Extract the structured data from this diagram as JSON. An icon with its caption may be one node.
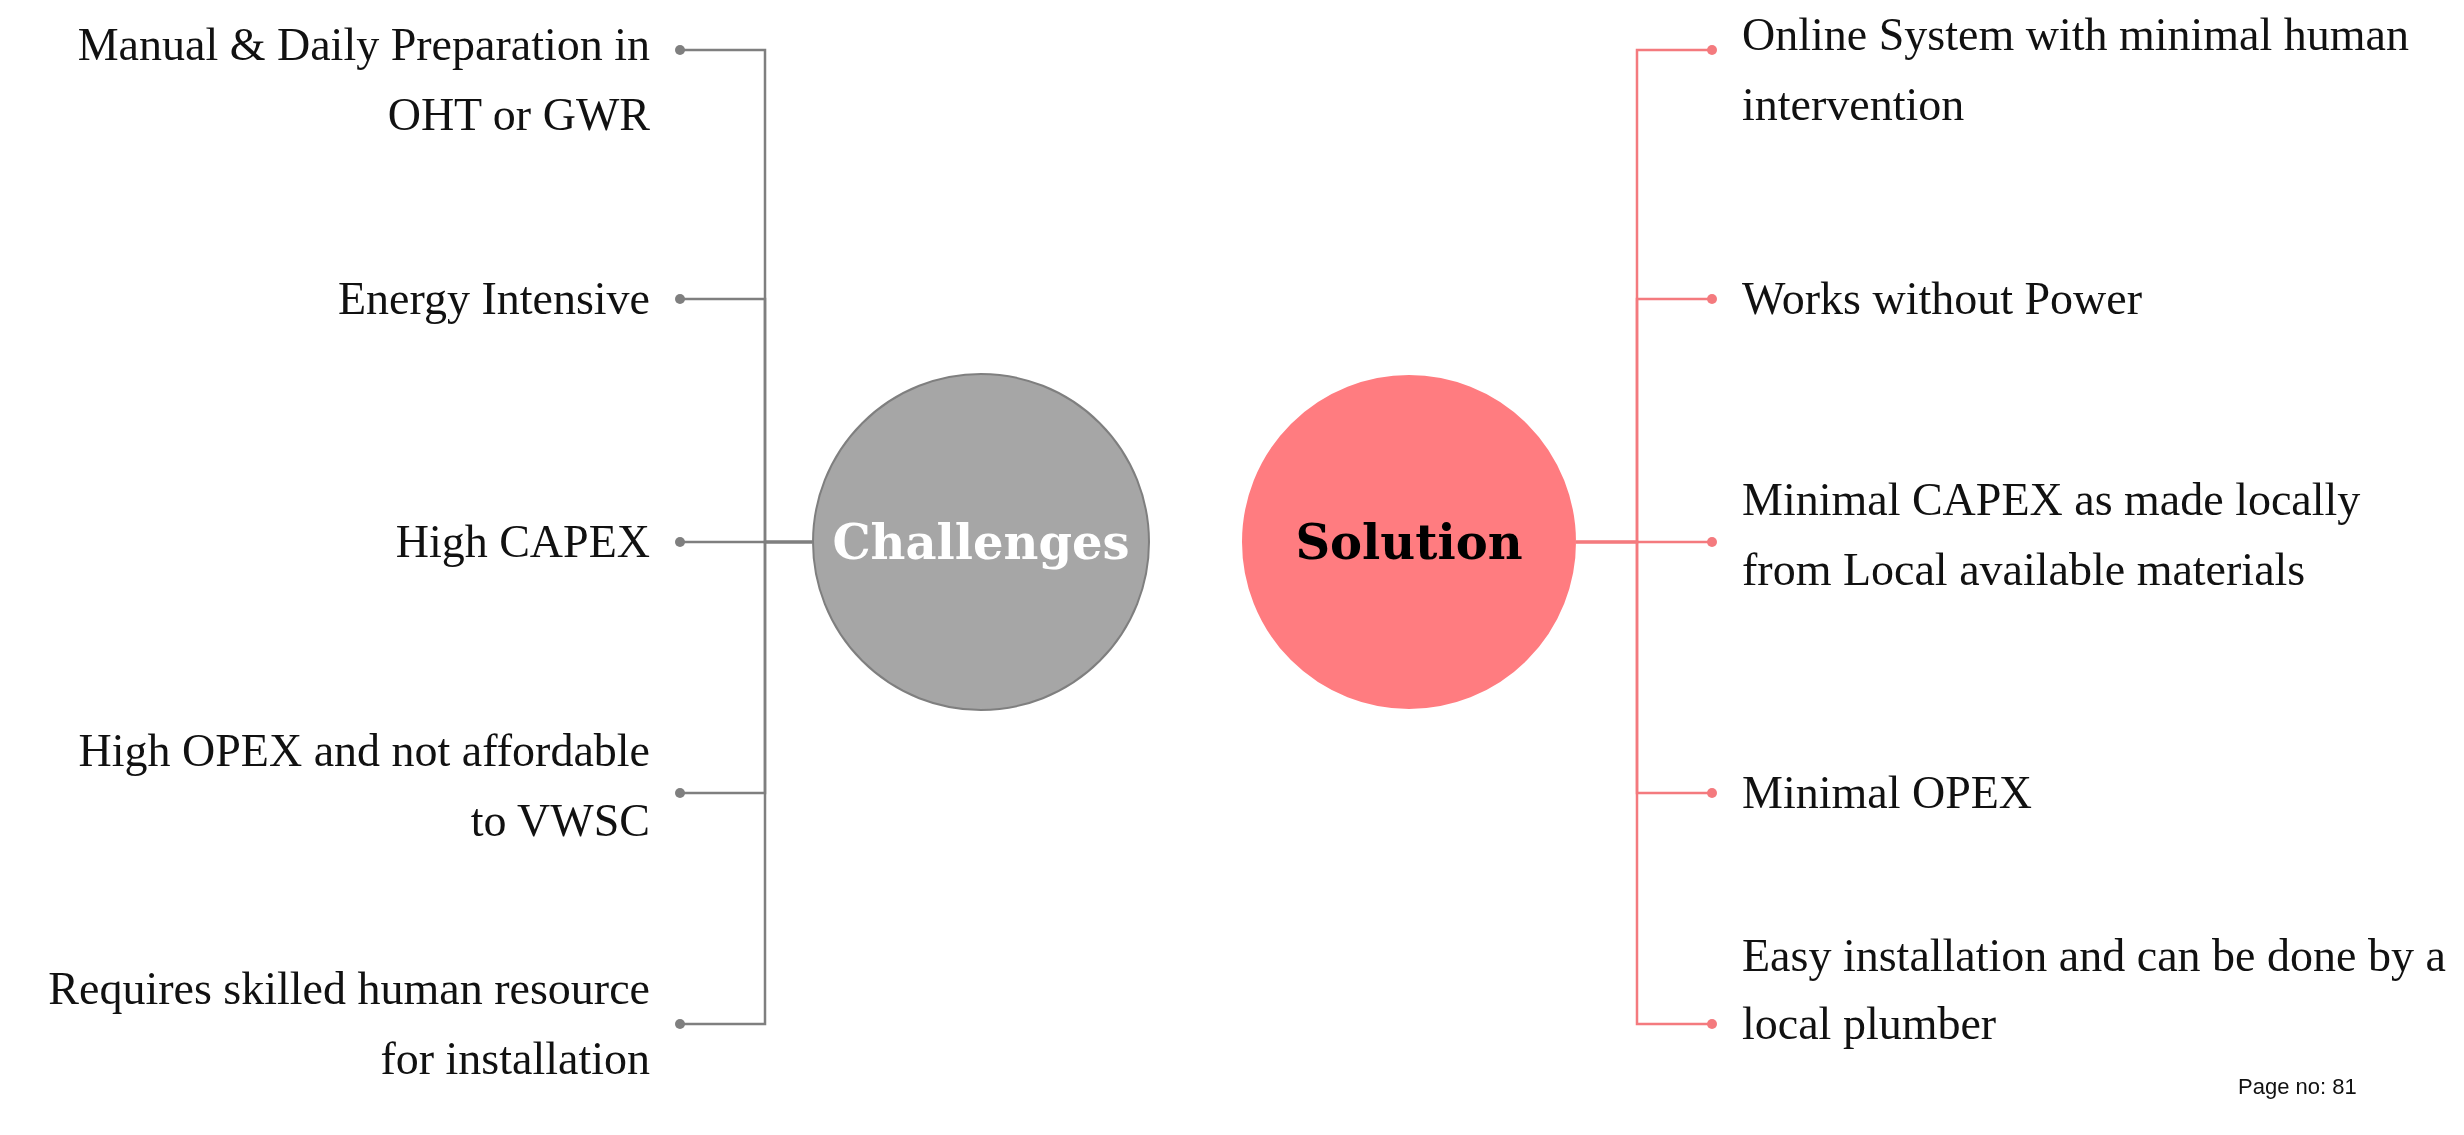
{
  "diagram": {
    "nodes": [
      {
        "text": [
          "Challenges"
        ]
      },
      {
        "text": [
          "Solution"
        ]
      },
      {
        "text": [
          "Manual & Daily Preparation in OHT or GWR"
        ]
      },
      {
        "text": [
          "Energy Intensive"
        ]
      },
      {
        "text": [
          "High CAPEX"
        ]
      },
      {
        "text": [
          "High OPEX  and not affordable to VWSC"
        ]
      },
      {
        "text": [
          "Requires skilled human resource for installation"
        ]
      },
      {
        "text": [
          "Online System with minimal human intervention"
        ]
      },
      {
        "text": [
          "Works without Power"
        ]
      },
      {
        "text": [
          "Minimal CAPEX as made locally from Local available materials"
        ]
      },
      {
        "text": [
          "Minimal OPEX"
        ]
      },
      {
        "text": [
          "Easy installation and can be done by a local plumber"
        ]
      }
    ],
    "edges": [
      {
        "from": 0,
        "to": 2,
        "arrow": "other",
        "color": "#7f7f7f"
      },
      {
        "from": 0,
        "to": 3,
        "arrow": "other",
        "color": "#7f7f7f"
      },
      {
        "from": 0,
        "to": 4,
        "arrow": "other",
        "color": "#7f7f7f"
      },
      {
        "from": 0,
        "to": 5,
        "arrow": "other",
        "color": "#7f7f7f"
      },
      {
        "from": 0,
        "to": 6,
        "arrow": "other",
        "color": "#7f7f7f"
      },
      {
        "from": 1,
        "to": 7,
        "arrow": "other",
        "color": "#f47a7e"
      },
      {
        "from": 1,
        "to": 8,
        "arrow": "other",
        "color": "#f47a7e"
      },
      {
        "from": 1,
        "to": 9,
        "arrow": "other",
        "color": "#f47a7e"
      },
      {
        "from": 1,
        "to": 10,
        "arrow": "other",
        "color": "#f47a7e"
      },
      {
        "from": 1,
        "to": 11,
        "arrow": "other",
        "color": "#f47a7e"
      }
    ],
    "labels": [
      "Page no: 81"
    ]
  }
}
